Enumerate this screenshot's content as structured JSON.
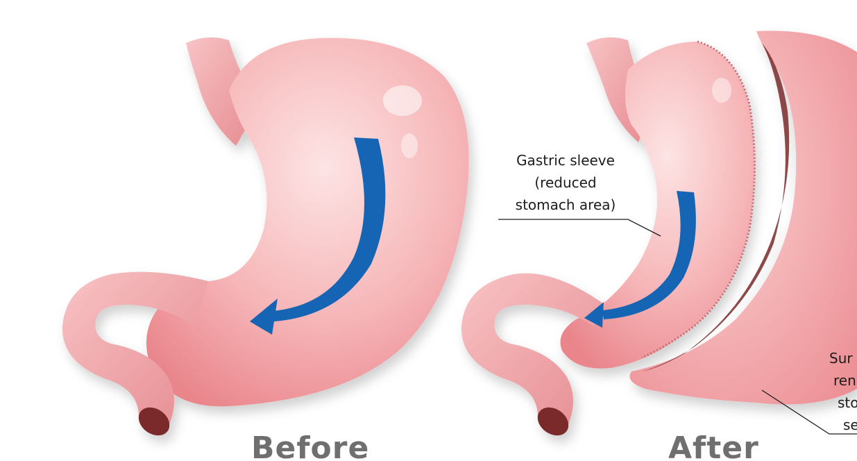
{
  "captions": {
    "before": "Before",
    "after": "After"
  },
  "labels": {
    "sleeve": [
      "Gastric sleeve",
      "(reduced",
      "stomach area)"
    ],
    "removed": [
      "Sur",
      "ren",
      "sto",
      "se"
    ]
  },
  "colors": {
    "stomach": "#f3a2a4",
    "stomach_light": "#fde0e0",
    "stomach_dark": "#d9767c",
    "arrow": "#1565b4",
    "cavity": "#7a2a2a",
    "caption": "#6f6f6f"
  },
  "icons": {
    "flow_arrow": "curved-arrow-icon"
  }
}
